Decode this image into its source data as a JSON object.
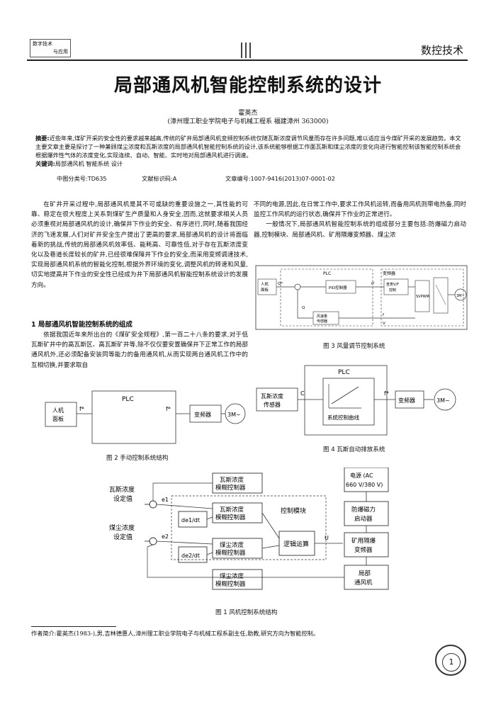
{
  "header": {
    "logo_line1": "数字技术",
    "logo_line2": "与应用",
    "section": "数控技术"
  },
  "title": "局部通风机智能控制系统的设计",
  "author": "霍英杰",
  "affiliation": "(漳州理工职业学院电子与机械工程系  福建漳州  363000)",
  "abstract": {
    "label": "摘要:",
    "text": "近些年来,煤矿开采的安全性的要求越来越高,传统的矿井局部通风机变频控制系统仅随瓦斯浓度调节风量而存在许多问题,难以适应当今煤矿开采的发展趋势。本文主要文章主要是探讨了一种兼顾煤尘浓度和瓦斯浓度的局部通风机智能控制系统的设计,该系统能够根据工作面瓦斯和煤尘浓度的变化向进行智能控制该智能控制系统会根据爆炸性气体的浓度变化,实现连续、自动、智能、实时地对局部通风机进行调速。",
    "keywords_label": "关键词:",
    "keywords": "局部通风机  智能系统  设计"
  },
  "ids": {
    "clc": "中图分类号:TD635",
    "doc": "文献标识码:A",
    "article": "文章编号:1007-9416(2013)07-0001-02"
  },
  "body": {
    "left_p1": "在矿井开采过程中,局部通风机是其不可或缺的重要设施之一,其性能的可靠、稳定在很大程度上关系到煤矿生产质量和人身安全,因而,这就要求相关人员必须重视对局部通风机的设计,确保井下作业的安全、有序进行,同时,随着我国经济的飞速发展,人们对矿井安全生产提出了更高的要求,局部通风机的设计将面临着新的挑战,传统的局部通风机效率低、能耗高、可靠性低,对于存在瓦斯浓度变化以及巷道长度较长的矿井,已经很难保障井下作业的安全,而采用变频调速技术,实现局部通风机系统的智能化控制,根据外界环境的变化,调整风机的转速和风量,切实地提高井下作业的安全性已经成为井下局部通风机智能控制系统设计的发展方向。",
    "heading1": "1 局部通风机智能控制系统的组成",
    "left_p2": "依据我国近年来所出台的《煤矿安全规程》,第一百二十八条的要求,对于低瓦斯矿井中的高瓦斯区、高瓦斯矿井等,除不仅仅要安置确保井下正常工作的局部通风机外,还必须配备安装同等能力的备用通风机,从而实现两台通风机工作中的互相切换,并要求取自",
    "right_p1": "不同的电源,因此,在日常工作中,要求工作风机运转,而备用风机则带电热备,同时监控工作风机的运行状态,确保井下作业的正常进行。",
    "right_p2": "一般情况下,局部通风机智能控制系统的组成部分主要包括:防爆磁力启动器,控制模块、局部通风机、矿用隔爆变频器、煤尘浓"
  },
  "fig3": {
    "caption": "图 3  风量调节控制系统",
    "plc": "PLC",
    "input1": "人机",
    "input2": "面板",
    "q_sig": "Q*",
    "pid": "PID控制器",
    "fw": "f*",
    "table1": "查表V/F",
    "table2": "控制",
    "converter": "变频器",
    "svpwm": "SVPWM",
    "motor": "3M~",
    "fb1": "风速量",
    "fb2": "传感器",
    "q": "Q",
    "f": "f",
    "v": "V"
  },
  "fig4": {
    "caption": "图 4  瓦斯自动排放系统",
    "plc": "PLC",
    "sensor1": "瓦斯浓度",
    "sensor2": "传感器",
    "c": "C",
    "curve": "系统控制曲线",
    "fstar": "f*",
    "converter": "变频器",
    "motor": "3M~"
  },
  "fig2": {
    "caption": "图 2  手动控制系统结构",
    "plc": "PLC",
    "panel1": "人机",
    "panel2": "面板",
    "f1": "f*",
    "f2": "f*",
    "converter": "变频器",
    "motor": "3M~"
  },
  "fig1": {
    "caption": "图 1  风机控制系统结构",
    "gas_set1": "瓦斯浓度",
    "gas_set2": "设定值",
    "dust_set1": "煤尘浓度",
    "dust_set2": "设定值",
    "e1": "e1",
    "e2": "e2",
    "fuzzy_gas_top1": "瓦斯浓度",
    "fuzzy_gas_top2": "模糊控制器",
    "fuzzy_gas_mid1": "瓦斯浓度",
    "fuzzy_gas_mid2": "模糊控制器",
    "fuzzy_dust_mid1": "煤尘浓度",
    "fuzzy_dust_mid2": "模糊控制器",
    "fuzzy_dust_bot1": "煤尘浓度",
    "fuzzy_dust_bot2": "模糊控制器",
    "de1": "de1/dt",
    "de2": "de2/dt",
    "module": "控制模块",
    "logic": "逻辑运算",
    "u": "U",
    "power1": "电源 (AC",
    "power2": "660 V/380 V)",
    "starter1": "防爆磁力",
    "starter2": "启动器",
    "vfd1": "矿用隔爆",
    "vfd2": "变频器",
    "fan1": "局部",
    "fan2": "通风机"
  },
  "footnote": "作者简介:霍英杰(1983-),男,吉林德惠人,漳州理工职业学院电子与机械工程系副主任,助教,研究方向为智能控制。",
  "page_number": "1"
}
